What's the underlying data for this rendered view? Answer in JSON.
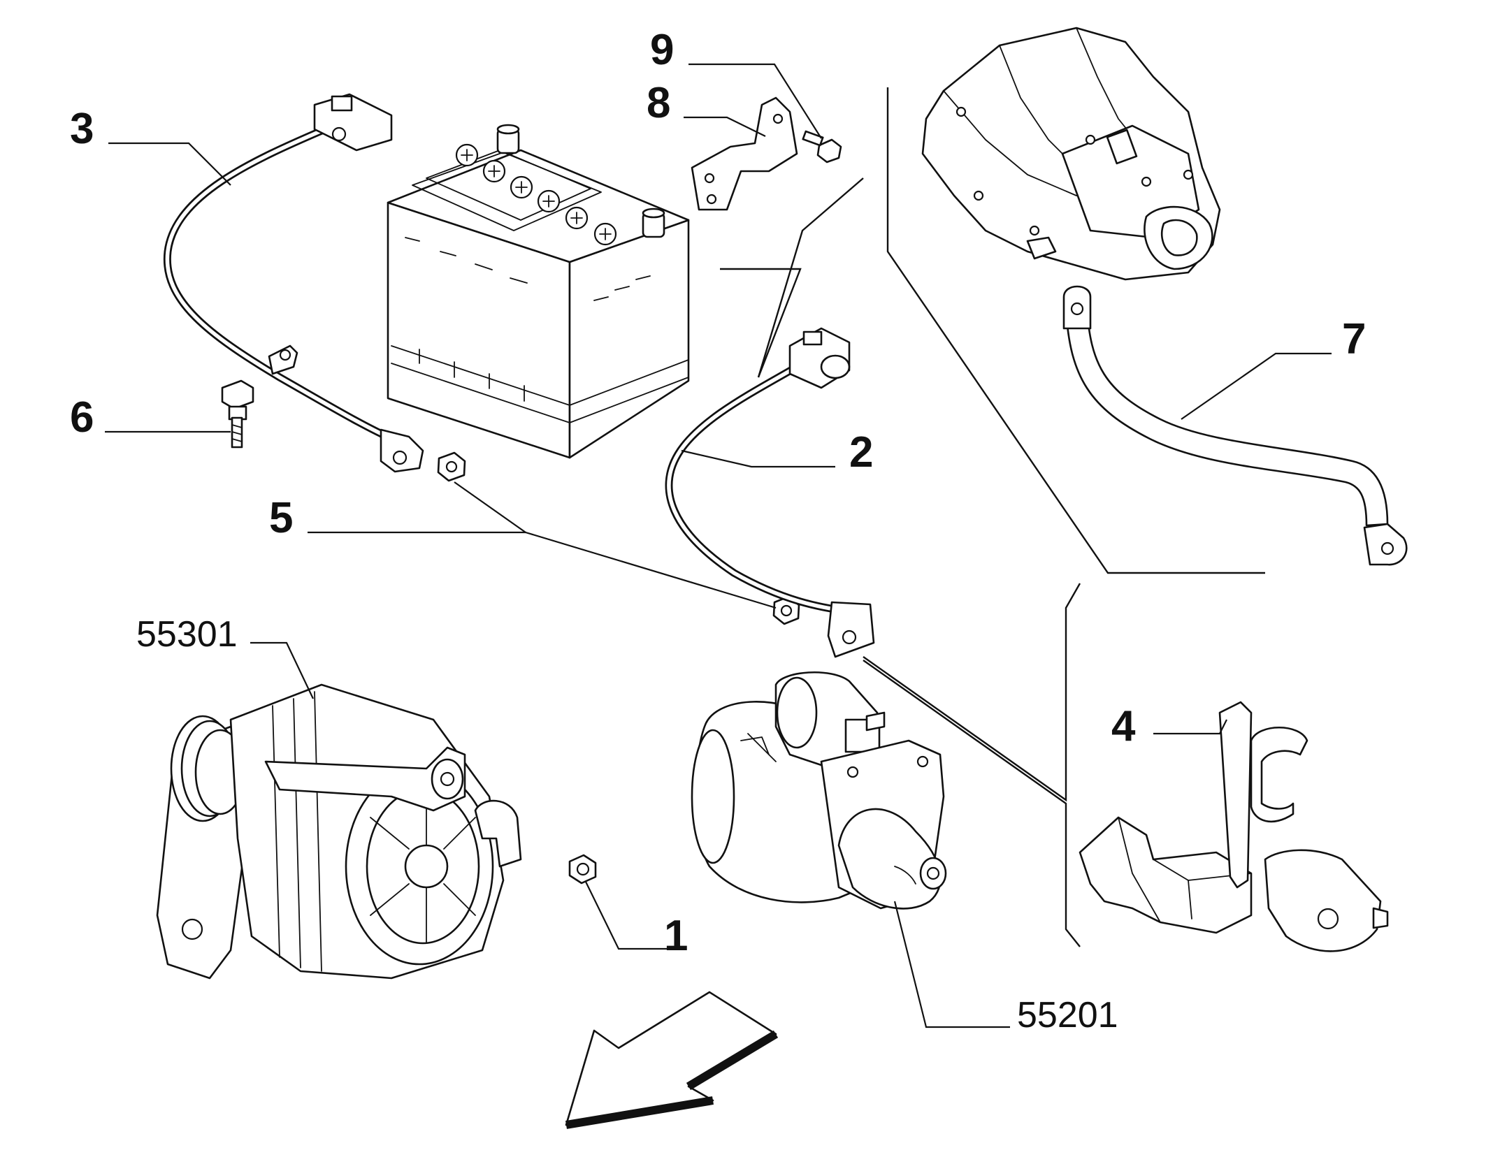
{
  "diagram": {
    "callouts": [
      {
        "id": "c1",
        "text": "1"
      },
      {
        "id": "c2",
        "text": "2"
      },
      {
        "id": "c3",
        "text": "3"
      },
      {
        "id": "c4",
        "text": "4"
      },
      {
        "id": "c5",
        "text": "5"
      },
      {
        "id": "c6",
        "text": "6"
      },
      {
        "id": "c7",
        "text": "7"
      },
      {
        "id": "c8",
        "text": "8"
      },
      {
        "id": "c9",
        "text": "9"
      }
    ],
    "group_refs": [
      {
        "id": "g55301",
        "text": "55301"
      },
      {
        "id": "g55201",
        "text": "55201"
      }
    ]
  },
  "colors": {
    "ink": "#111111",
    "paper": "#ffffff"
  },
  "icons": [
    "battery-icon",
    "transmission-icon",
    "alternator-icon",
    "starter-motor-icon",
    "direction-arrow-icon"
  ]
}
